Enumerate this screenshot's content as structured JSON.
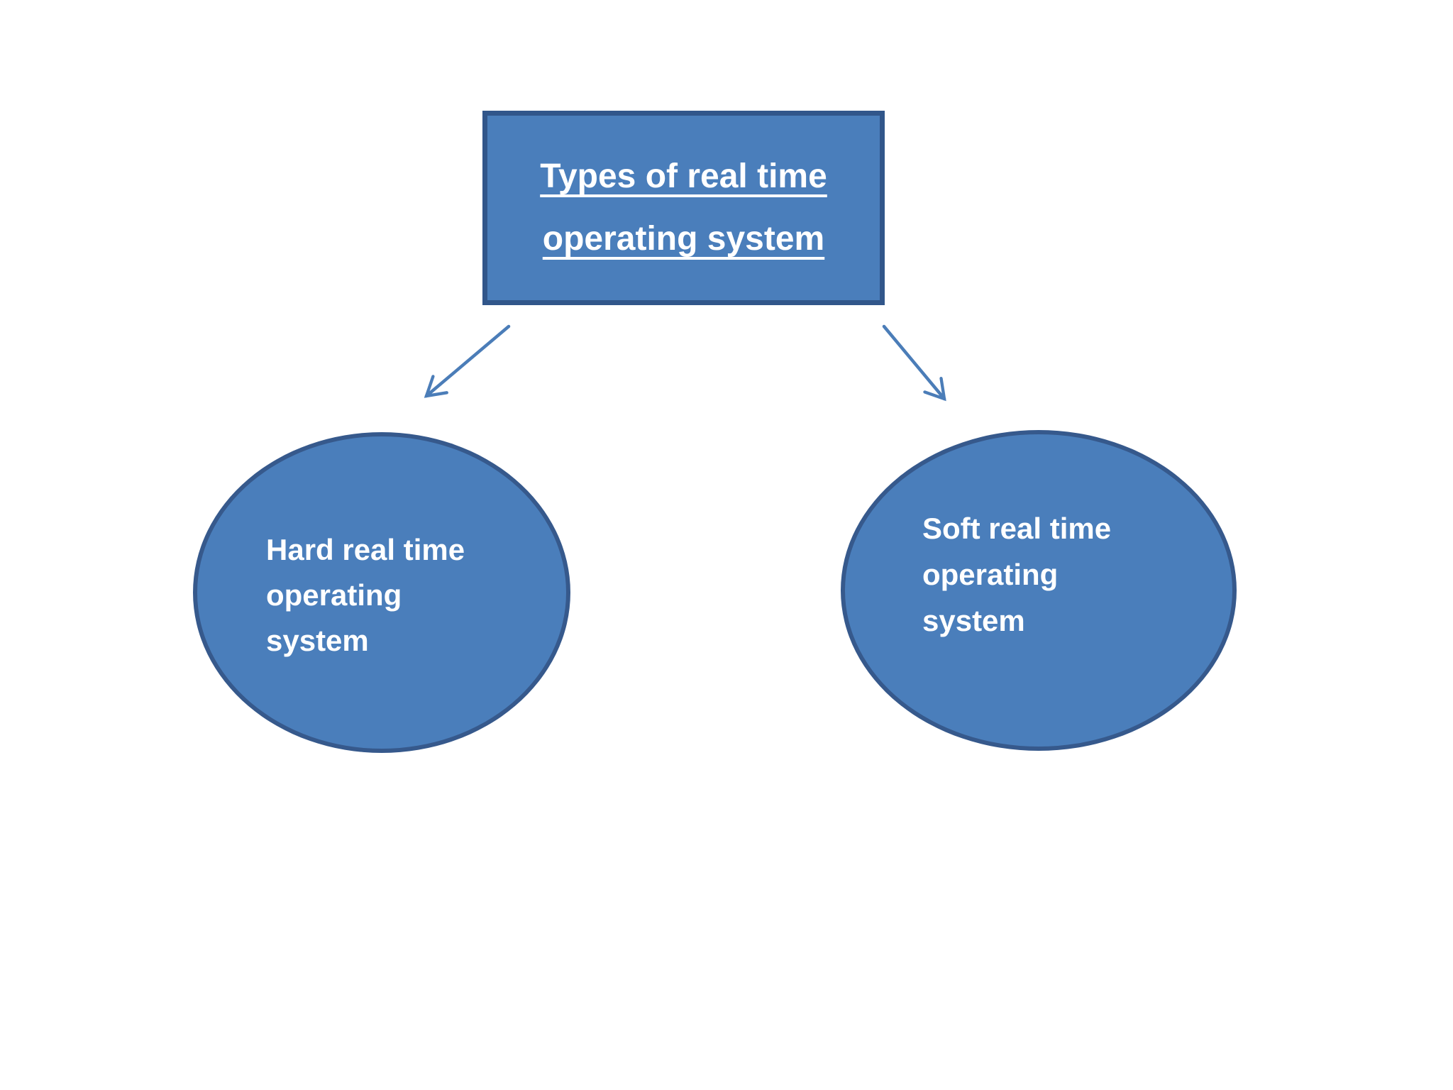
{
  "diagram": {
    "root": {
      "lines": [
        "Types of real time",
        "operating system"
      ]
    },
    "children": [
      {
        "id": "hard",
        "lines": [
          "Hard real time",
          "operating",
          "system"
        ]
      },
      {
        "id": "soft",
        "lines": [
          "Soft real time",
          "operating",
          "system"
        ]
      }
    ],
    "colors": {
      "shape_fill": "#4a7ebb",
      "rect_border": "#31568a",
      "ellipse_border": "#36598c",
      "arrow": "#4b7db8",
      "text": "#ffffff",
      "page_bg": "#ffffff"
    }
  }
}
